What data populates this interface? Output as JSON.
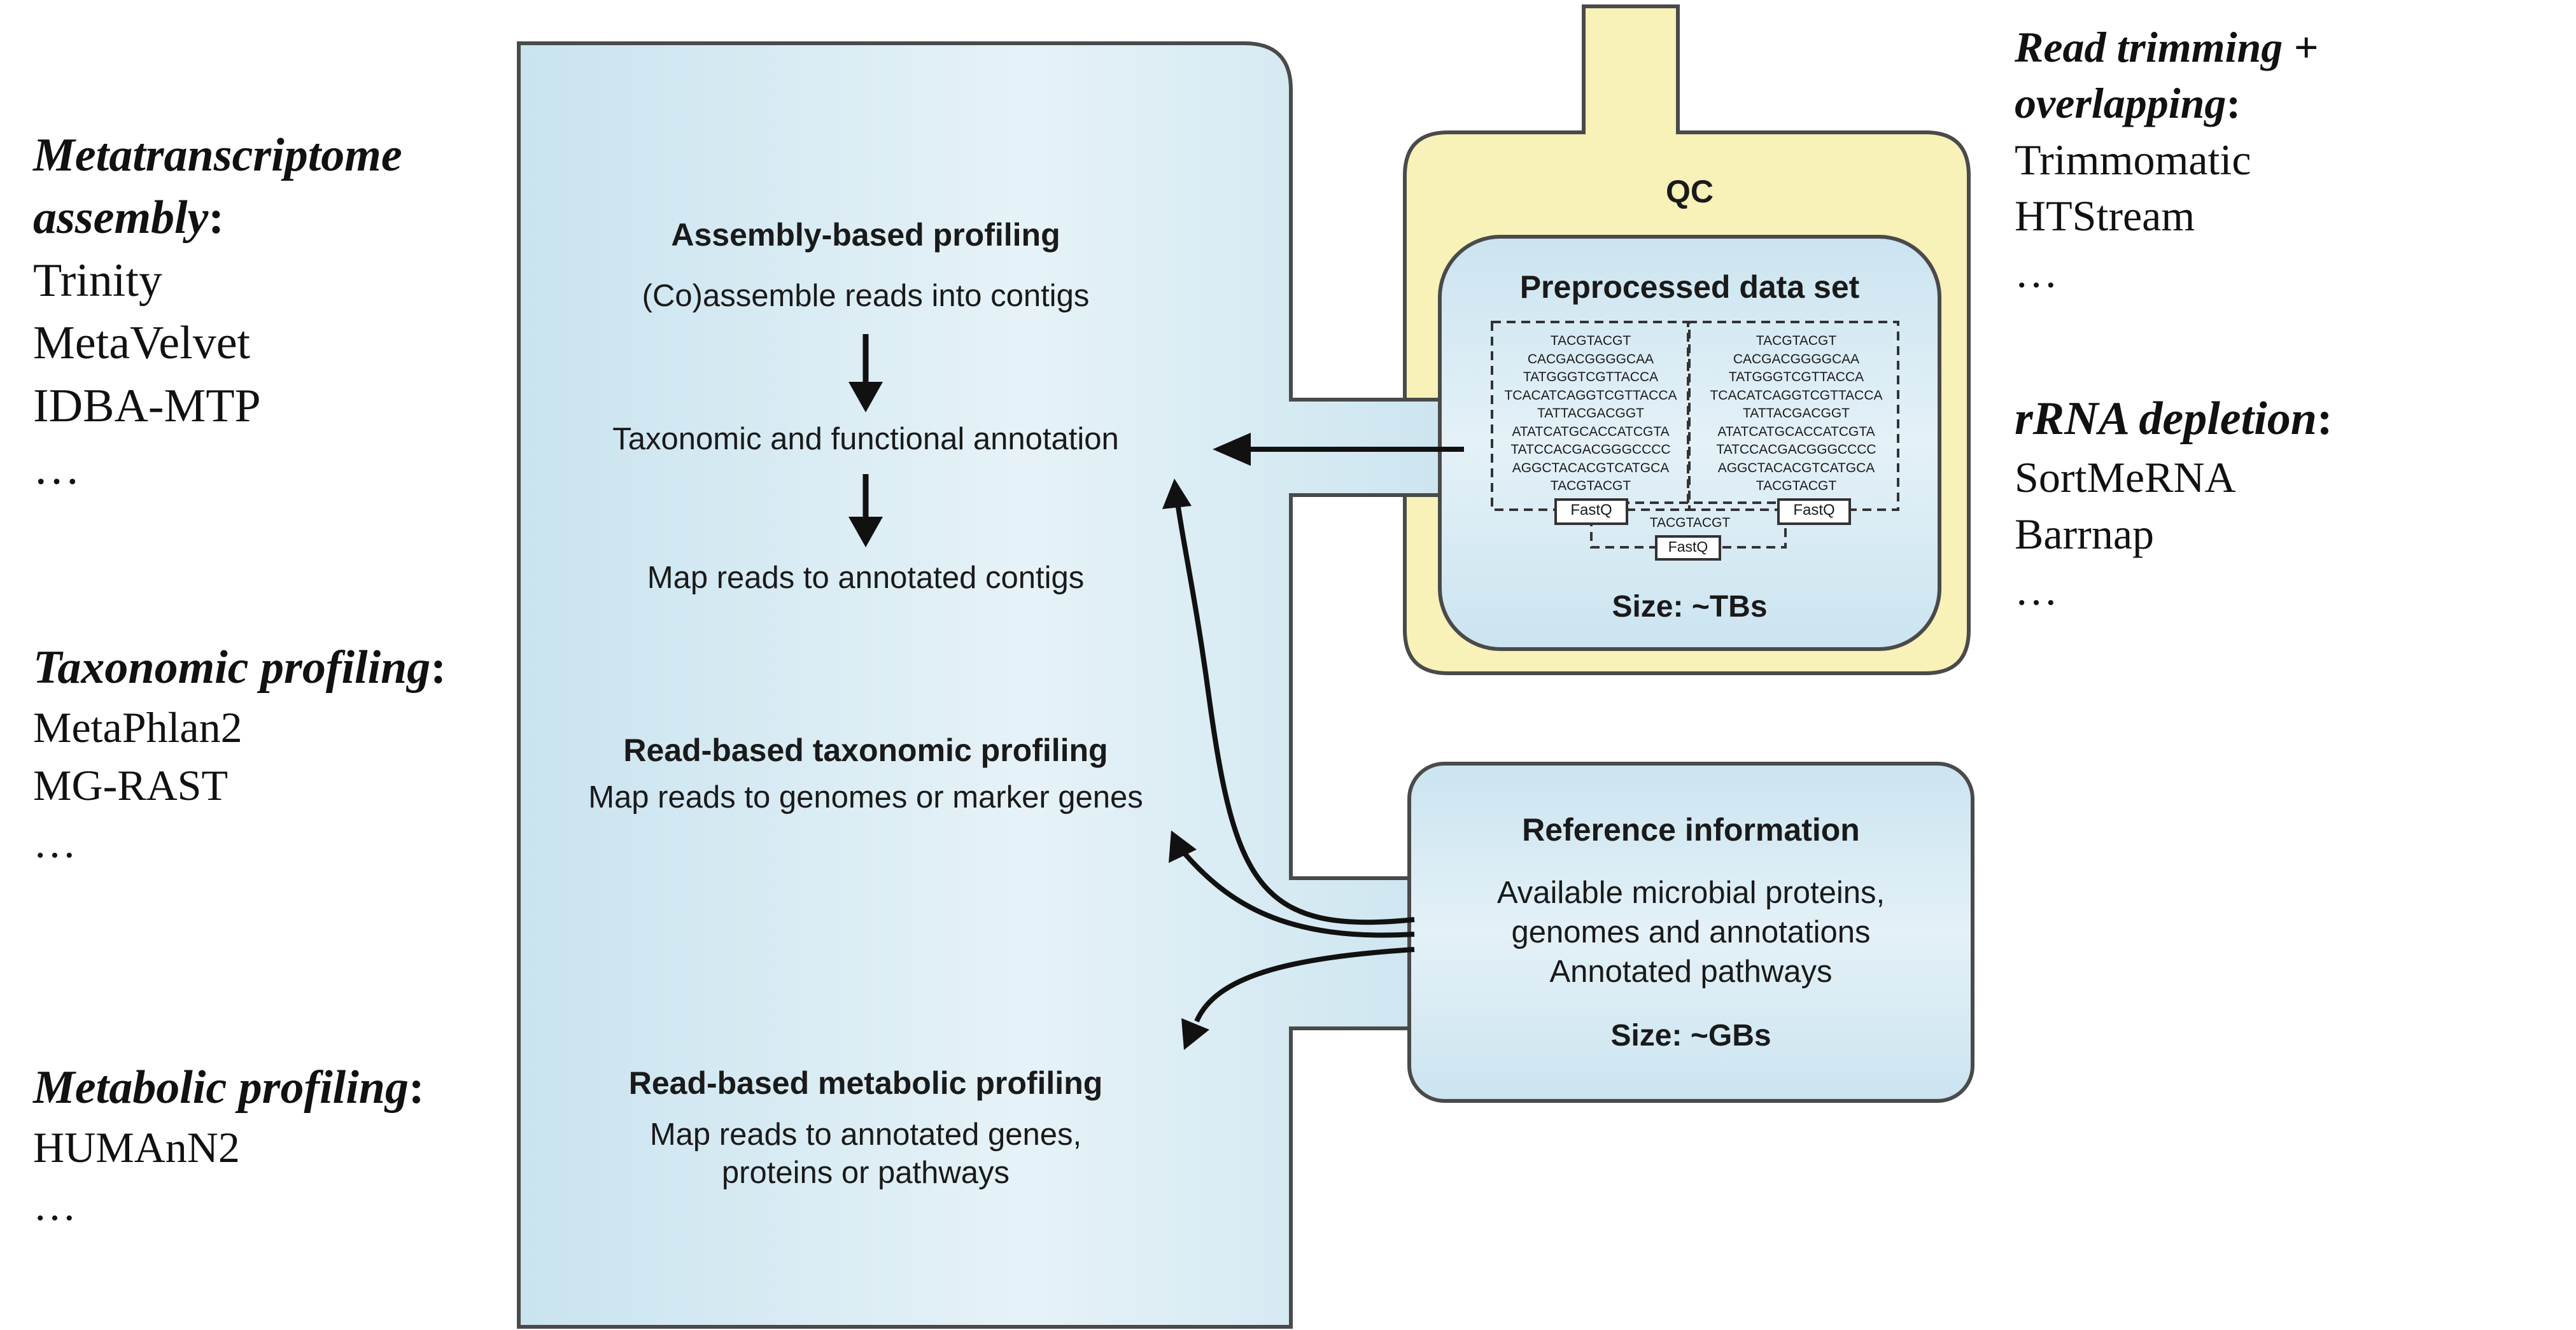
{
  "left_tools": {
    "assembly": {
      "heading_line1": "Metatranscriptome",
      "heading_line2": "assembly",
      "items": [
        "Trinity",
        "MetaVelvet",
        "IDBA-MTP",
        "…"
      ]
    },
    "taxonomic": {
      "heading": "Taxonomic profiling",
      "items": [
        "MetaPhlan2",
        "MG-RAST",
        "…"
      ]
    },
    "metabolic": {
      "heading": "Metabolic profiling",
      "items": [
        "HUMAnN2",
        "…"
      ]
    }
  },
  "right_tools": {
    "trimming": {
      "heading_line1": "Read trimming +",
      "heading_line2": "overlapping",
      "items": [
        "Trimmomatic",
        "HTStream",
        "…"
      ]
    },
    "rrna": {
      "heading": "rRNA depletion",
      "items": [
        "SortMeRNA",
        "Barrnap",
        "…"
      ]
    }
  },
  "main_panel": {
    "assembly_title": "Assembly-based profiling",
    "assembly_step1": "(Co)assemble reads into contigs",
    "assembly_step2": "Taxonomic and functional annotation",
    "assembly_step3": "Map reads to annotated contigs",
    "taxonomic_title": "Read-based taxonomic profiling",
    "taxonomic_desc": "Map reads to genomes or marker genes",
    "metabolic_title": "Read-based metabolic profiling",
    "metabolic_desc_line1": "Map reads to annotated genes,",
    "metabolic_desc_line2": "proteins or pathways"
  },
  "qc_panel": {
    "label": "QC",
    "dataset_title": "Preprocessed data set",
    "size": "Size: ~TBs",
    "sequences": [
      "TACGTACGT",
      "CACGACGGGGCAA",
      "TATGGGTCGTTACCA",
      "TCACATCAGGTCGTTACCA",
      "TATTACGACGGT",
      "ATATCATGCACCATCGTA",
      "TATCCACGACGGGCCCC",
      "AGGCTACACGTCATGCA",
      "TACGTACGT"
    ],
    "fastq_label": "FastQ",
    "bottom_seq": "TACGTACGT"
  },
  "reference_panel": {
    "title": "Reference information",
    "line1": "Available microbial proteins,",
    "line2": "genomes and annotations",
    "line3": "Annotated pathways",
    "size": "Size: ~GBs"
  },
  "colors": {
    "panel_blue": "#cfe6f1",
    "panel_blue_light": "#e8f3f8",
    "qc_yellow": "#f8f1b8",
    "stroke": "#4a4a4a"
  }
}
